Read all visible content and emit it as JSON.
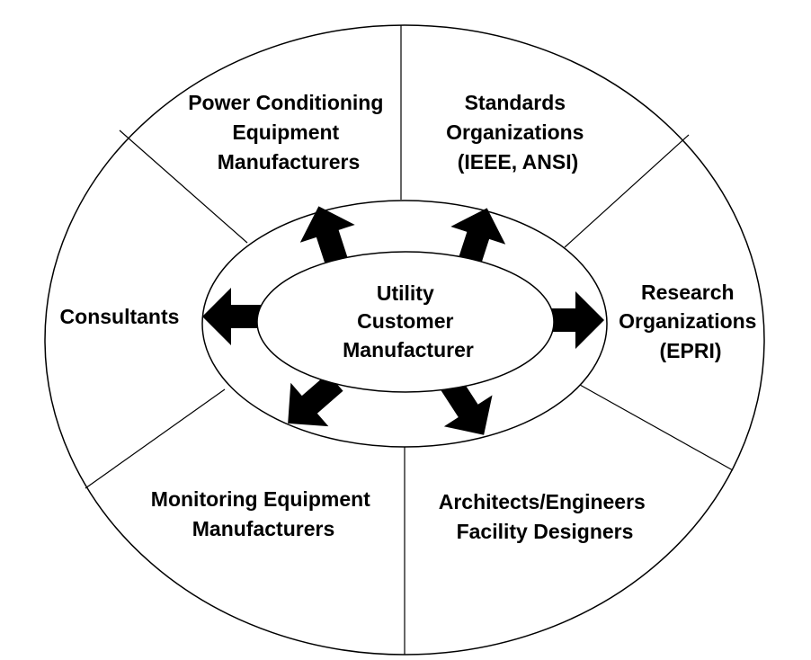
{
  "center": {
    "lines": [
      "Utility",
      "Customer",
      "Manufacturer"
    ]
  },
  "segments": [
    {
      "id": "power-conditioning",
      "lines": [
        "Power Conditioning",
        "Equipment",
        "Manufacturers"
      ]
    },
    {
      "id": "standards",
      "lines": [
        "Standards",
        "Organizations",
        "(IEEE, ANSI)"
      ]
    },
    {
      "id": "research",
      "lines": [
        "Research",
        "Organizations",
        "(EPRI)"
      ]
    },
    {
      "id": "architects",
      "lines": [
        "Architects/Engineers",
        "Facility Designers"
      ]
    },
    {
      "id": "monitoring",
      "lines": [
        "Monitoring Equipment",
        "Manufacturers"
      ]
    },
    {
      "id": "consultants",
      "lines": [
        "Consultants"
      ]
    }
  ],
  "colors": {
    "stroke": "#000000",
    "fill": "#ffffff",
    "arrow": "#000000"
  }
}
